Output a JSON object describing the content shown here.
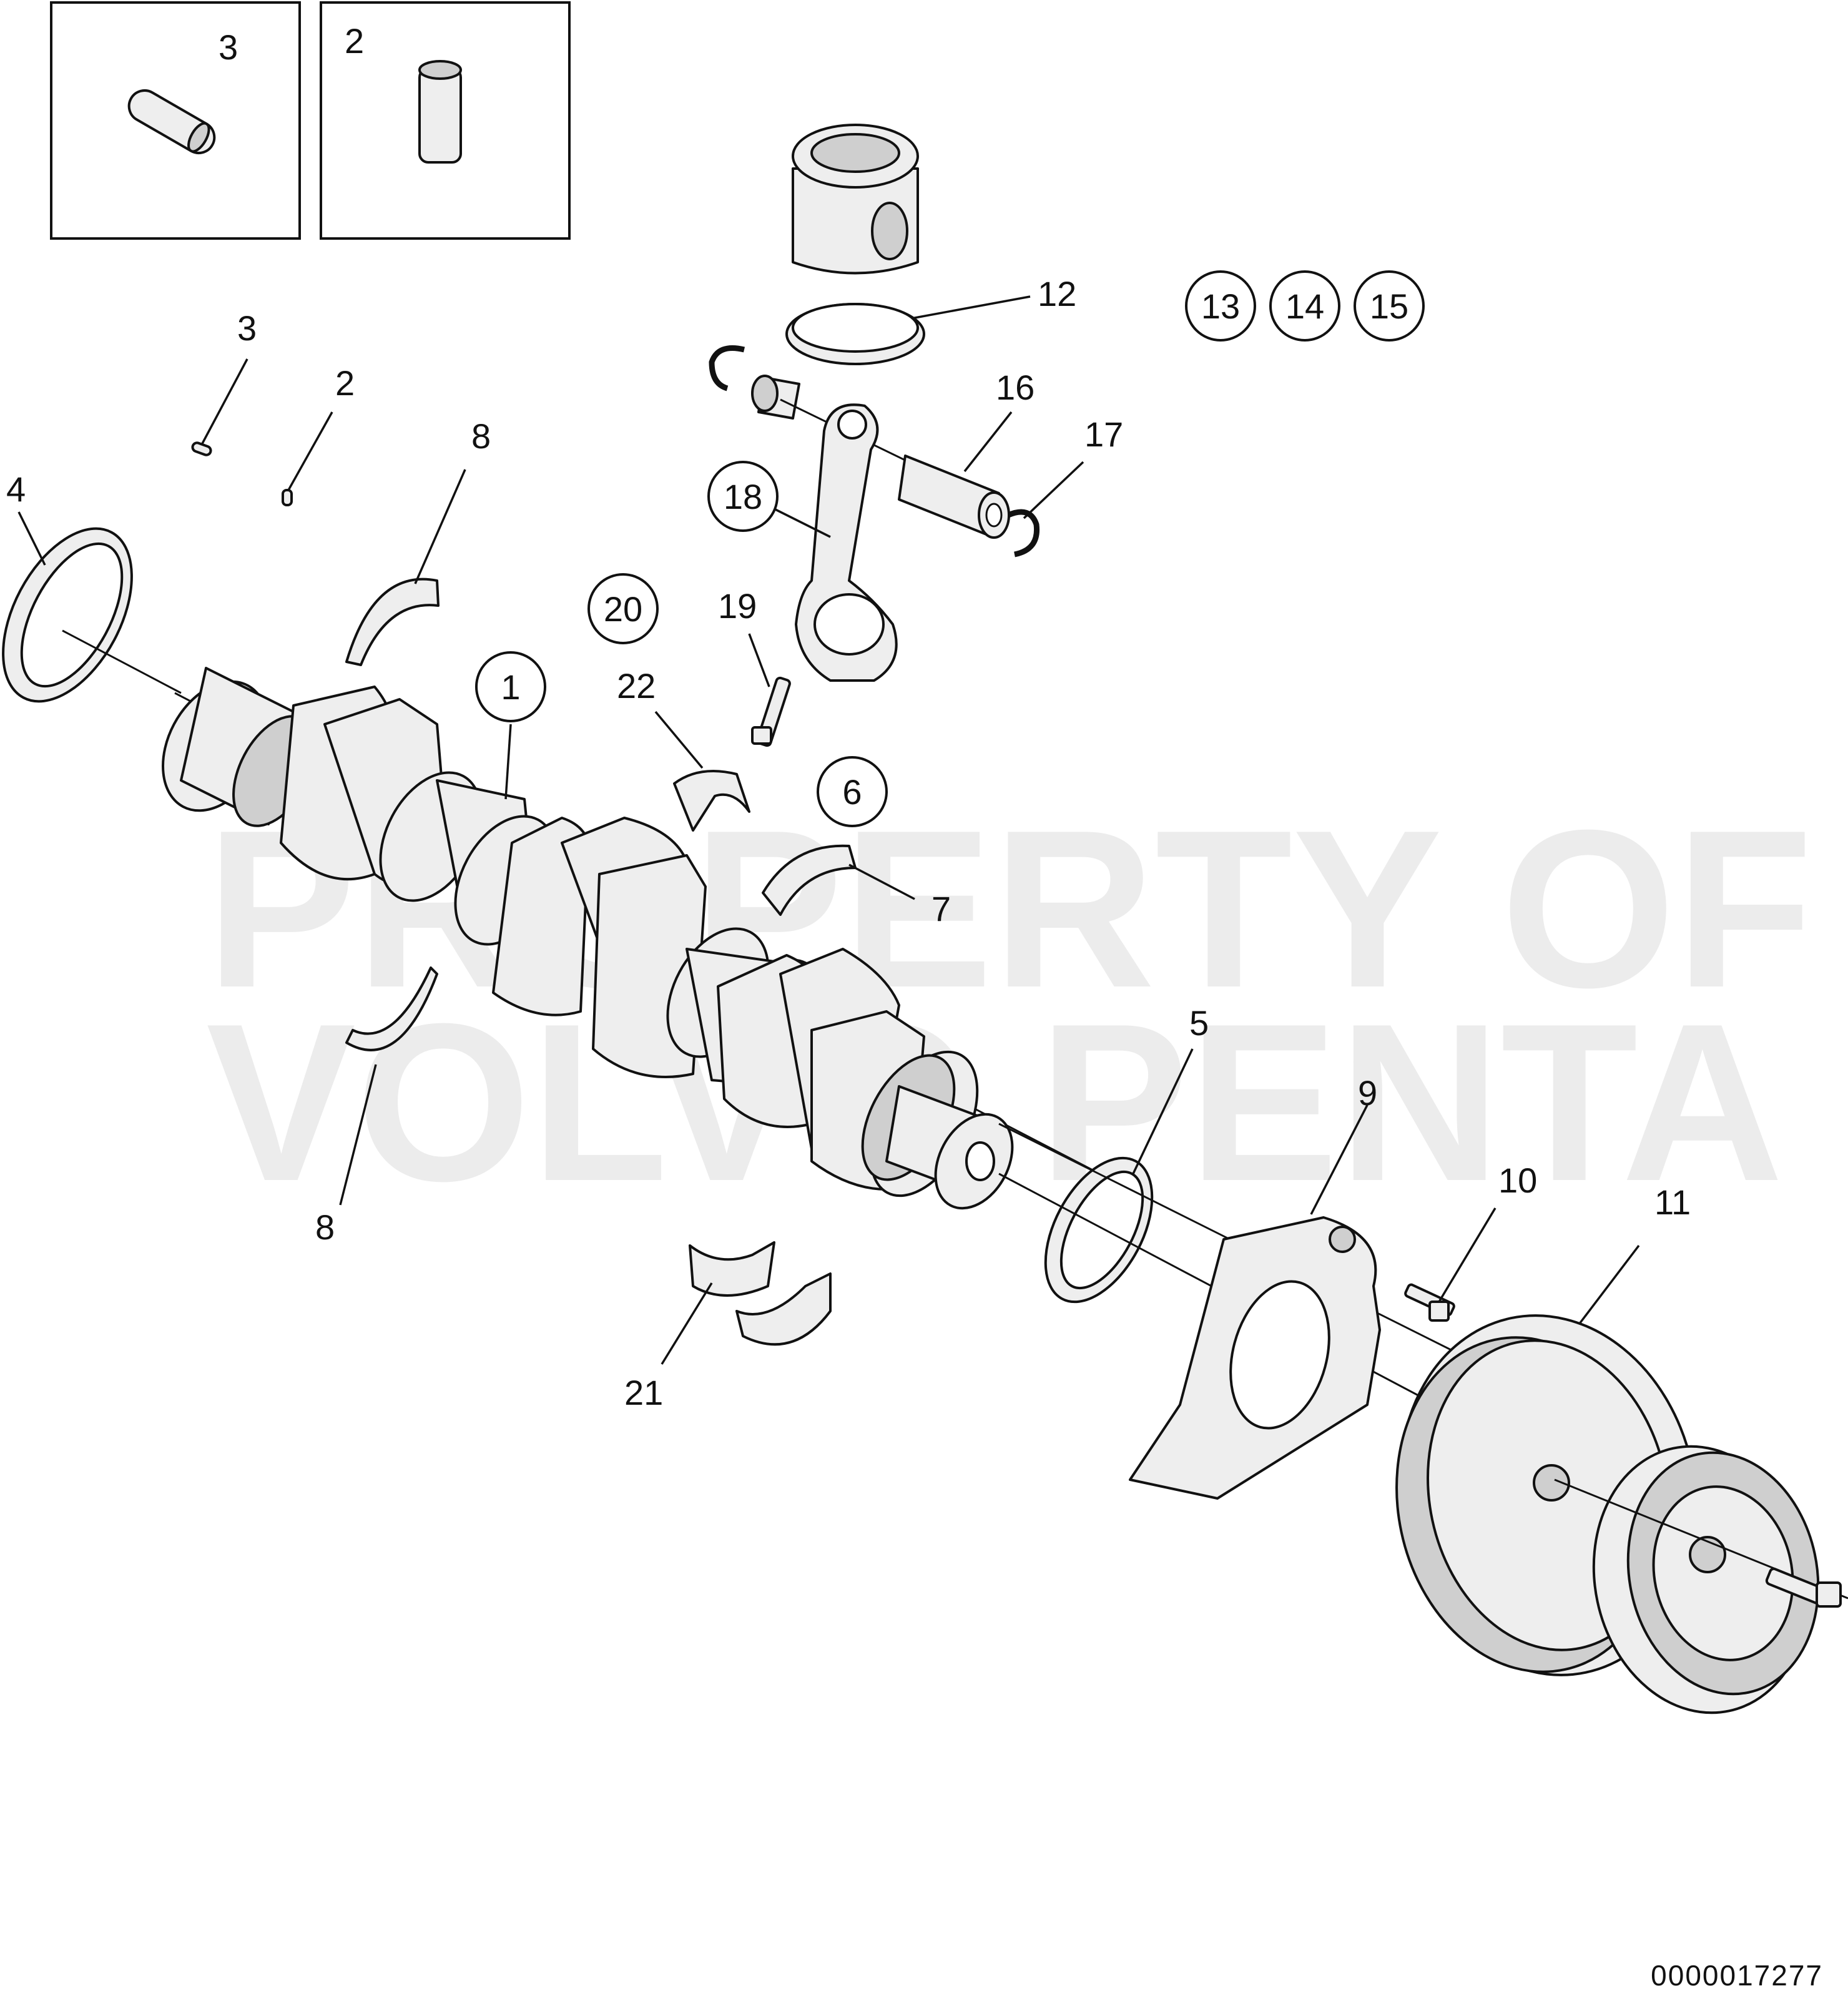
{
  "watermark": {
    "line1": "PROPERTY OF",
    "line2": "VOLVO PENTA"
  },
  "document_number": "0000017277",
  "inset_labels": [
    "3",
    "2"
  ],
  "callouts": {
    "c1": "1",
    "c2": "2",
    "c3": "3",
    "c4": "4",
    "c5": "5",
    "c7": "7",
    "c8a": "8",
    "c8b": "8",
    "c9": "9",
    "c10": "10",
    "c11": "11",
    "c12": "12",
    "c16": "16",
    "c17": "17",
    "c19": "19",
    "c21": "21",
    "c22": "22"
  },
  "circled_callouts": {
    "c6": "6",
    "c13": "13",
    "c14": "14",
    "c15": "15",
    "c18": "18",
    "c20": "20",
    "c1": "1"
  }
}
